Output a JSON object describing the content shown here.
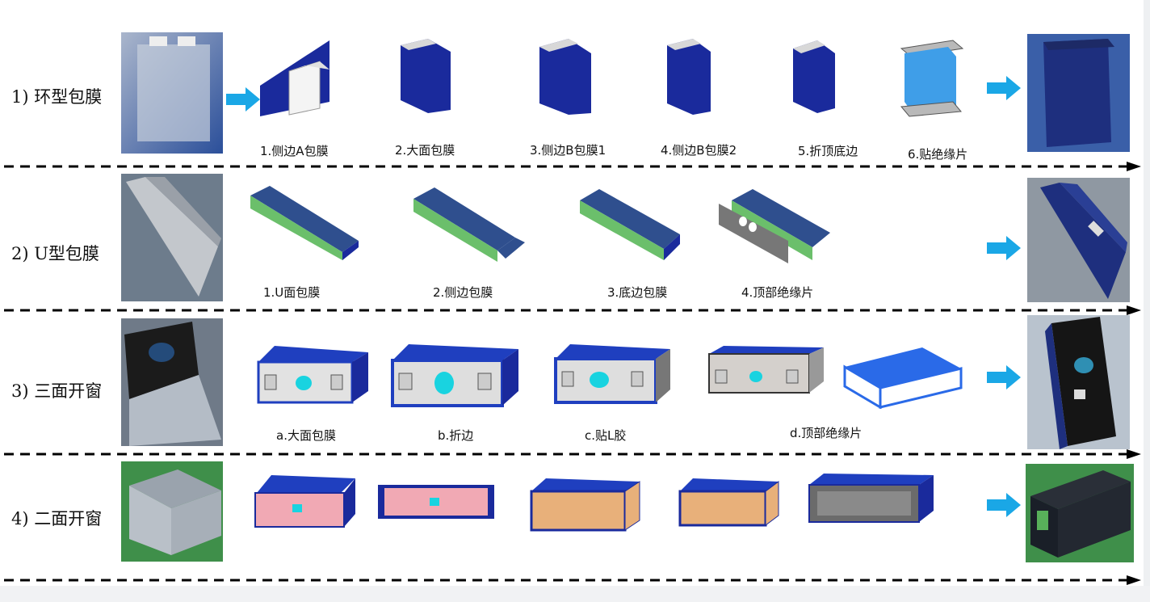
{
  "rows": [
    {
      "label": "1) 环型包膜",
      "steps": [
        "1.侧边A包膜",
        "2.大面包膜",
        "3.侧边B包膜1",
        "4.侧边B包膜2",
        "5.折顶底边",
        "6.贴绝缘片"
      ]
    },
    {
      "label": "2) U型包膜",
      "steps": [
        "1.U面包膜",
        "2.侧边包膜",
        "3.底边包膜",
        "4.顶部绝缘片"
      ]
    },
    {
      "label": "3) 三面开窗",
      "steps": [
        "a.大面包膜",
        "b.折边",
        "c.贴L胶",
        "d.顶部绝缘片"
      ]
    },
    {
      "label": "4) 二面开窗",
      "steps": []
    }
  ],
  "colors": {
    "film_blue": "#1a2a9c",
    "cell_white": "#f2f2f2",
    "arrow_cyan": "#1aa7e6",
    "green_cell": "#3f8f4a",
    "pink_cell": "#f1a9b4",
    "tan_cell": "#e8b07a"
  }
}
